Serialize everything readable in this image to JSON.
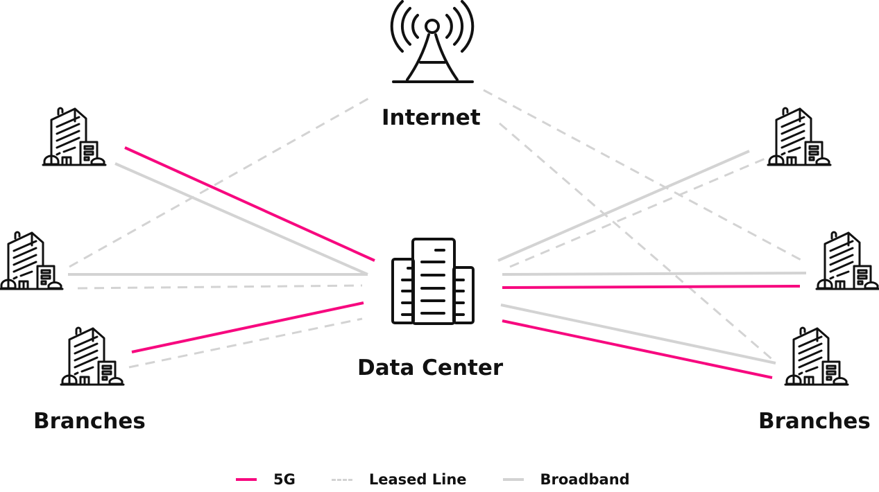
{
  "labels": {
    "internet": "Internet",
    "data_center": "Data Center",
    "branches_left": "Branches",
    "branches_right": "Branches"
  },
  "legend": [
    {
      "label": "5G",
      "style": "solid",
      "color": "#f7087f"
    },
    {
      "label": "Leased Line",
      "style": "dashed",
      "color": "#d3d3d3"
    },
    {
      "label": "Broadband",
      "style": "solid",
      "color": "#d3d3d3"
    }
  ],
  "icons": {
    "tower": "radio-tower-icon",
    "data_center": "data-center-building-icon",
    "branch": "office-building-icon"
  }
}
